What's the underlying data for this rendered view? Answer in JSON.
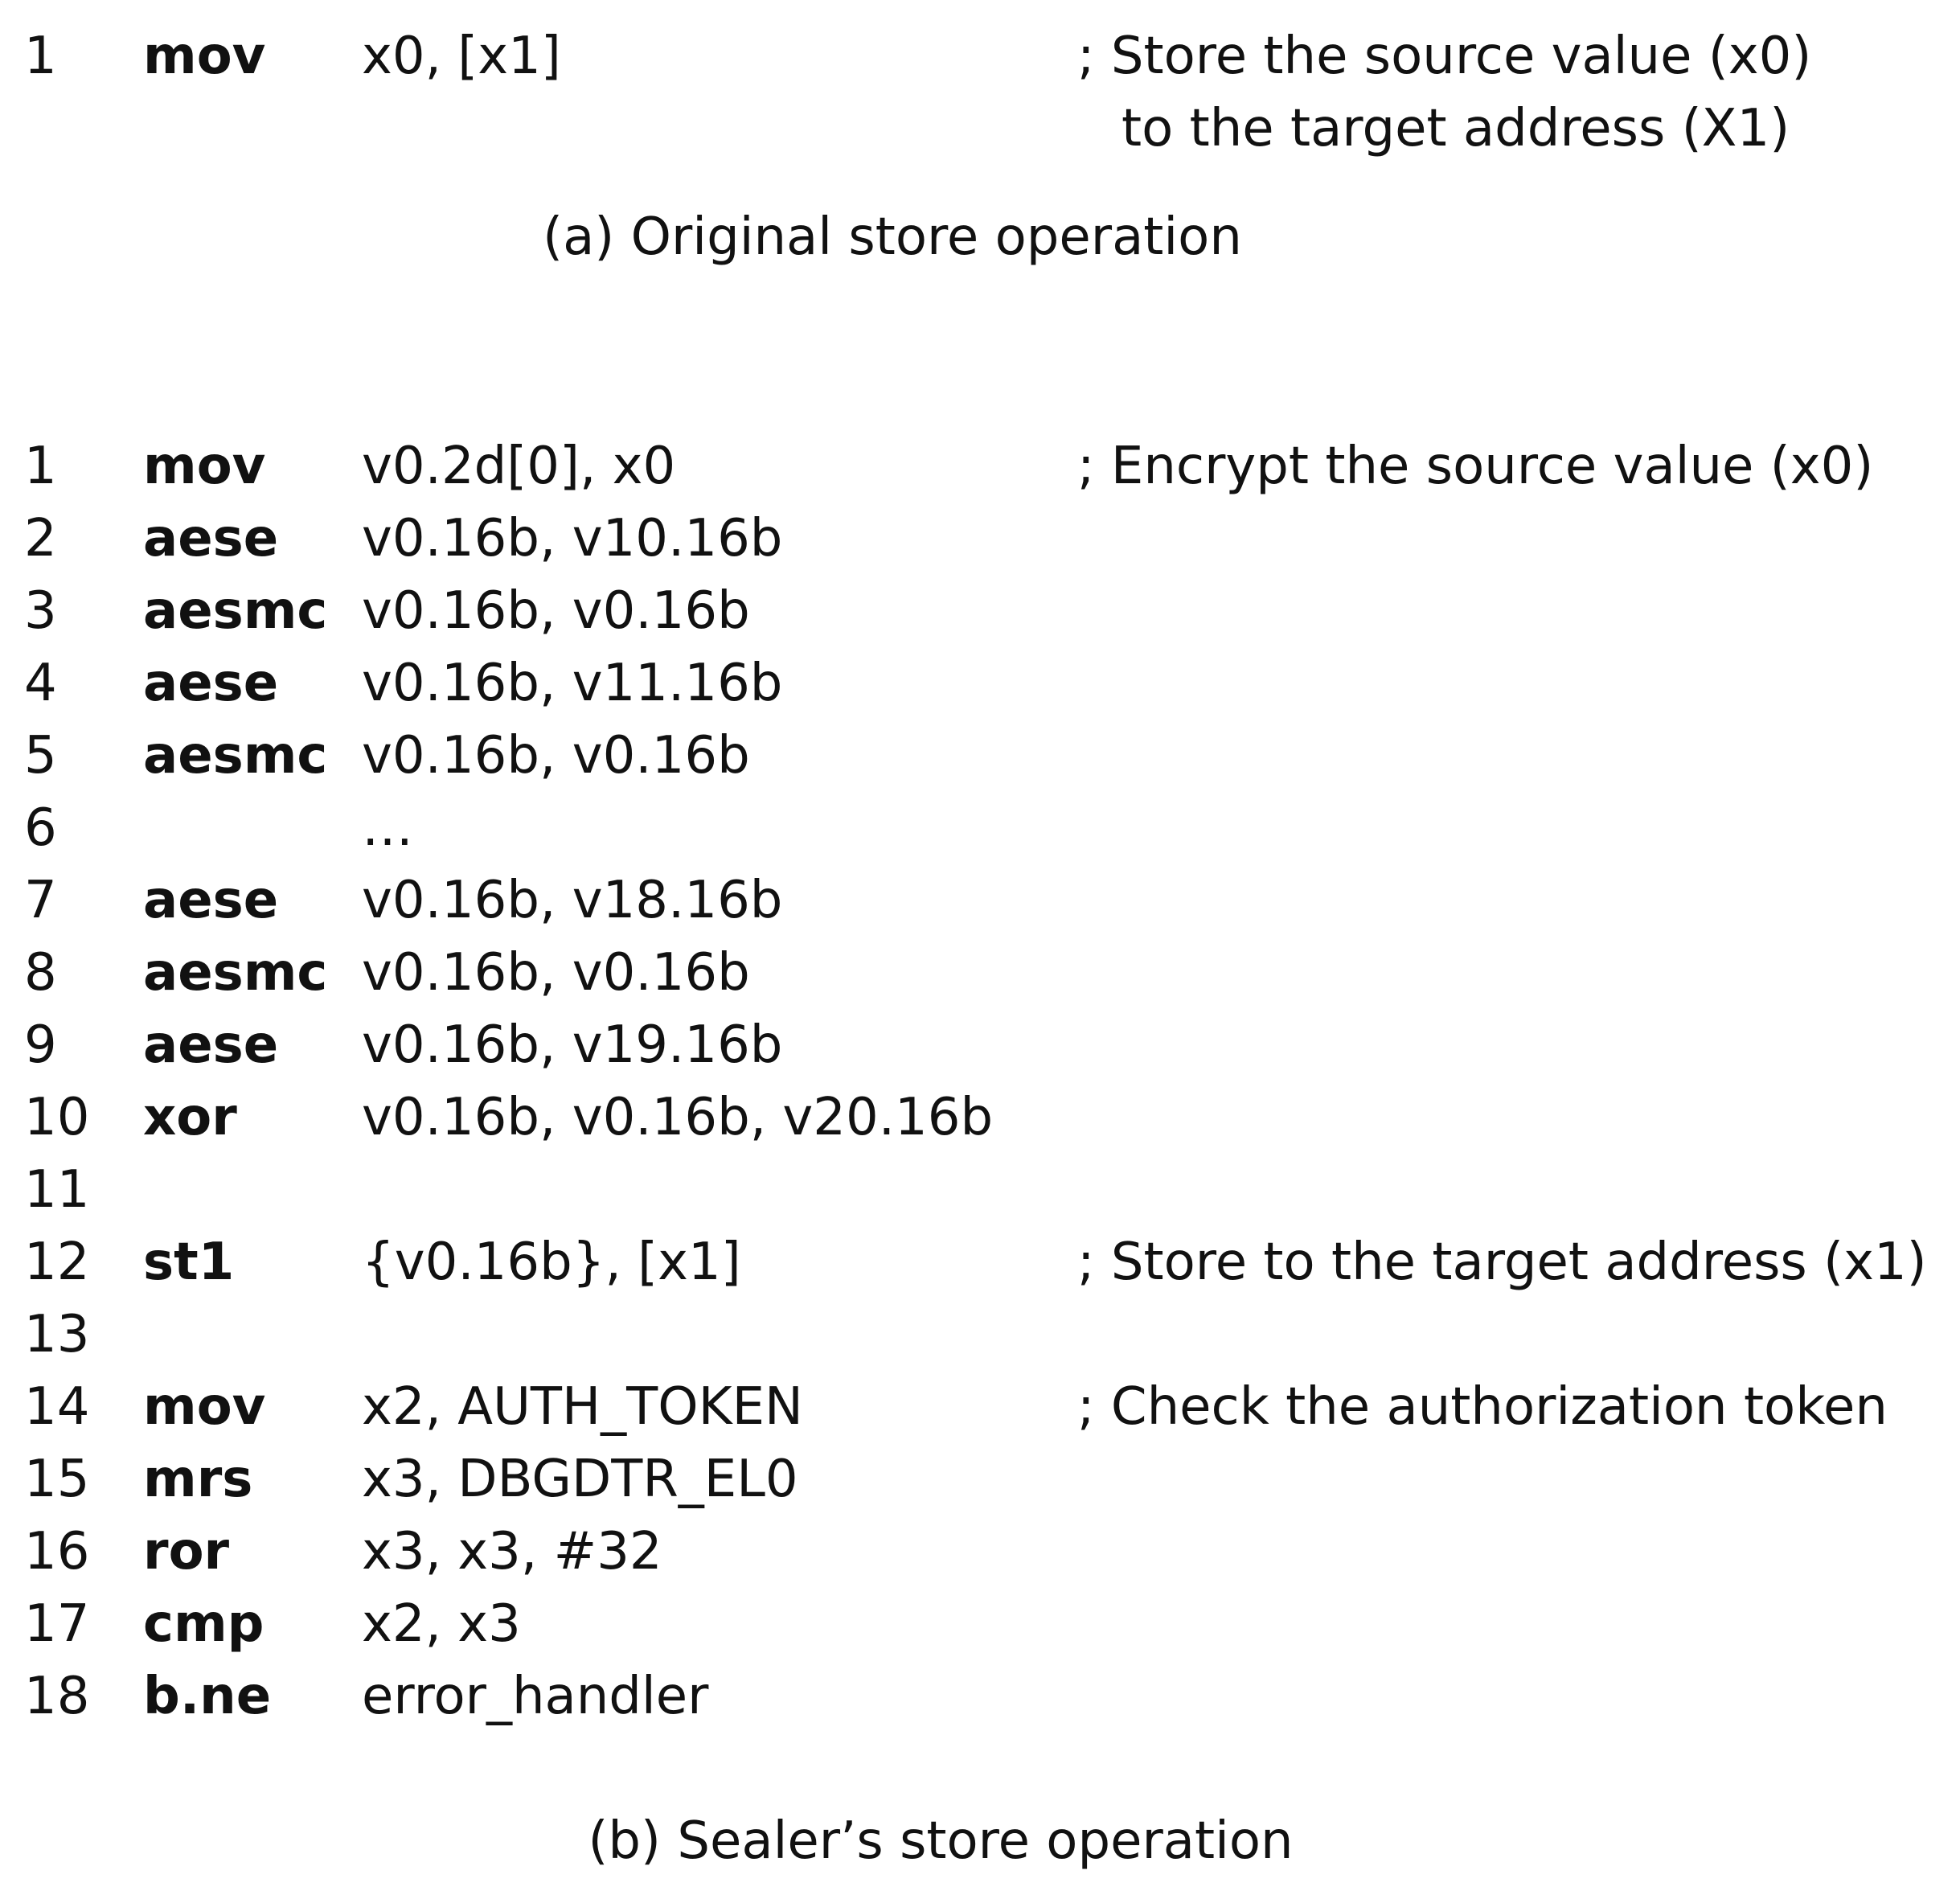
{
  "original": {
    "lines": [
      {
        "num": "1",
        "op": "mov",
        "args": "x0, [x1]",
        "comment": "; Store the source value (x0)",
        "comment_cont": "to the target address (X1)"
      }
    ],
    "caption": "(a) Original store operation"
  },
  "sealer": {
    "lines": [
      {
        "num": "1",
        "op": "mov",
        "args": "v0.2d[0], x0",
        "comment": "; Encrypt the source value (x0)"
      },
      {
        "num": "2",
        "op": "aese",
        "args": "v0.16b, v10.16b",
        "comment": ""
      },
      {
        "num": "3",
        "op": "aesmc",
        "args": "v0.16b, v0.16b",
        "comment": ""
      },
      {
        "num": "4",
        "op": "aese",
        "args": "v0.16b, v11.16b",
        "comment": ""
      },
      {
        "num": "5",
        "op": "aesmc",
        "args": "v0.16b, v0.16b",
        "comment": ""
      },
      {
        "num": "6",
        "op": "",
        "args": "…",
        "comment": ""
      },
      {
        "num": "7",
        "op": "aese",
        "args": "v0.16b, v18.16b",
        "comment": ""
      },
      {
        "num": "8",
        "op": "aesmc",
        "args": "v0.16b, v0.16b",
        "comment": ""
      },
      {
        "num": "9",
        "op": "aese",
        "args": "v0.16b, v19.16b",
        "comment": ""
      },
      {
        "num": "10",
        "op": "xor",
        "args": "v0.16b, v0.16b, v20.16b",
        "comment": ""
      },
      {
        "num": "11",
        "op": "",
        "args": "",
        "comment": ""
      },
      {
        "num": "12",
        "op": "st1",
        "args": "{v0.16b}, [x1]",
        "comment": "; Store to the target address (x1)"
      },
      {
        "num": "13",
        "op": "",
        "args": "",
        "comment": ""
      },
      {
        "num": "14",
        "op": "mov",
        "args": "x2, AUTH_TOKEN",
        "comment": "; Check the authorization token"
      },
      {
        "num": "15",
        "op": "mrs",
        "args": "x3, DBGDTR_EL0",
        "comment": ""
      },
      {
        "num": "16",
        "op": "ror",
        "args": "x3, x3, #32",
        "comment": ""
      },
      {
        "num": "17",
        "op": "cmp",
        "args": "x2, x3",
        "comment": ""
      },
      {
        "num": "18",
        "op": "b.ne",
        "args": "error_handler",
        "comment": ""
      }
    ],
    "caption": "(b) Sealer’s store operation"
  }
}
